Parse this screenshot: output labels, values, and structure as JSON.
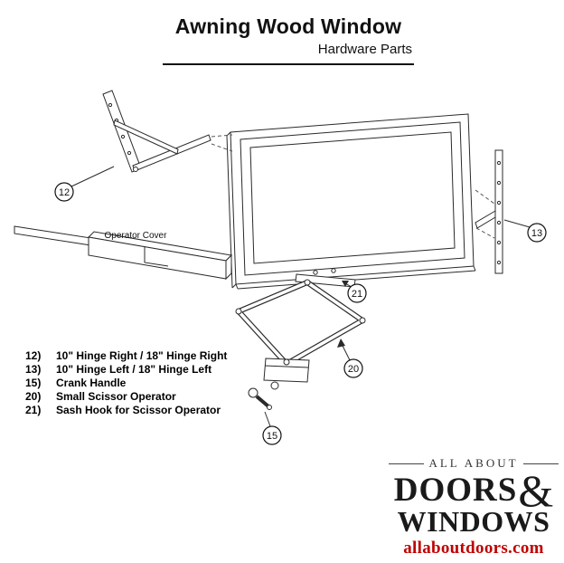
{
  "header": {
    "title": "Awning Wood Window",
    "subtitle": "Hardware Parts"
  },
  "diagram": {
    "operator_cover_label": "Operator Cover",
    "callout_12": "12",
    "callout_13": "13",
    "callout_15": "15",
    "callout_20": "20",
    "callout_21": "21"
  },
  "parts_list": {
    "items": [
      {
        "num": "12)",
        "desc": "10\" Hinge Right / 18\" Hinge Right"
      },
      {
        "num": "13)",
        "desc": "10\" Hinge Left / 18\" Hinge Left"
      },
      {
        "num": "15)",
        "desc": "Crank Handle"
      },
      {
        "num": "20)",
        "desc": "Small Scissor Operator"
      },
      {
        "num": "21)",
        "desc": "Sash Hook for Scissor Operator"
      }
    ]
  },
  "logo": {
    "tagline": "ALL ABOUT",
    "word1": "DOORS",
    "ampersand": "&",
    "word2": "WINDOWS",
    "url": "allaboutdoors.com"
  }
}
